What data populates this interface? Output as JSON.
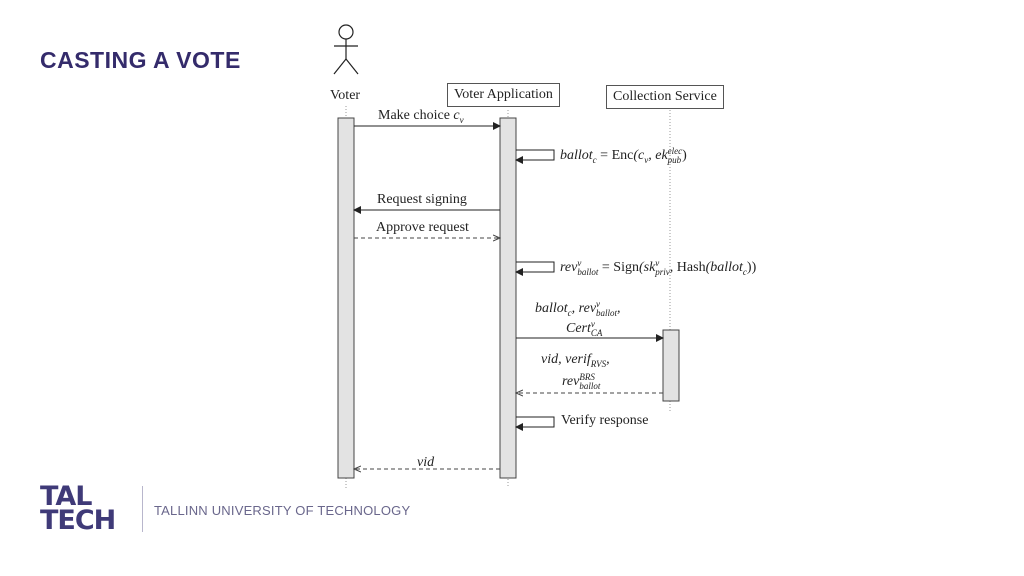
{
  "slide": {
    "title": "CASTING A VOTE"
  },
  "actors": {
    "voter": "Voter",
    "app": "Voter Application",
    "collection": "Collection Service"
  },
  "messages": {
    "make_choice": "Make choice",
    "make_choice_var": "c",
    "make_choice_sub": "v",
    "request_signing": "Request signing",
    "approve_request": "Approve request",
    "verify_response": "Verify response",
    "final_return": "vid"
  },
  "formulas": {
    "encrypt": {
      "lhs": "ballot",
      "lhs_sub": "c",
      "eq": " = ",
      "fn": "Enc",
      "args": "(c",
      "args_sub": "v",
      "sep": ", ek",
      "ek_sup": "elec",
      "ek_sub": "pub",
      "close": ")"
    },
    "sign": {
      "lhs": "rev",
      "lhs_sup": "v",
      "lhs_sub": "ballot",
      "eq": " = ",
      "fn": "Sign",
      "open": "(sk",
      "sk_sup": "v",
      "sk_sub": "priv",
      "sep": ", ",
      "hash": "Hash",
      "hash_arg": "(ballot",
      "hash_sub": "c",
      "close": "))"
    },
    "send_line1": {
      "a": "ballot",
      "a_sub": "c",
      "b": ", rev",
      "b_sup": "v",
      "b_sub": "ballot",
      "tail": ","
    },
    "send_line2": {
      "a": "Cert",
      "a_sup": "v",
      "a_sub": "CA"
    },
    "resp_line1": {
      "text": "vid, verif",
      "sub": "RVS",
      "tail": ","
    },
    "resp_line2": {
      "a": "rev",
      "a_sup": "BRS",
      "a_sub": "ballot"
    }
  },
  "footer": {
    "logo_top": "TAL",
    "logo_bottom": "TECH",
    "university": "TALLINN UNIVERSITY OF TECHNOLOGY"
  },
  "colors": {
    "title": "#342b6b",
    "logo": "#3f3a78",
    "footer_text": "#6a678c"
  }
}
